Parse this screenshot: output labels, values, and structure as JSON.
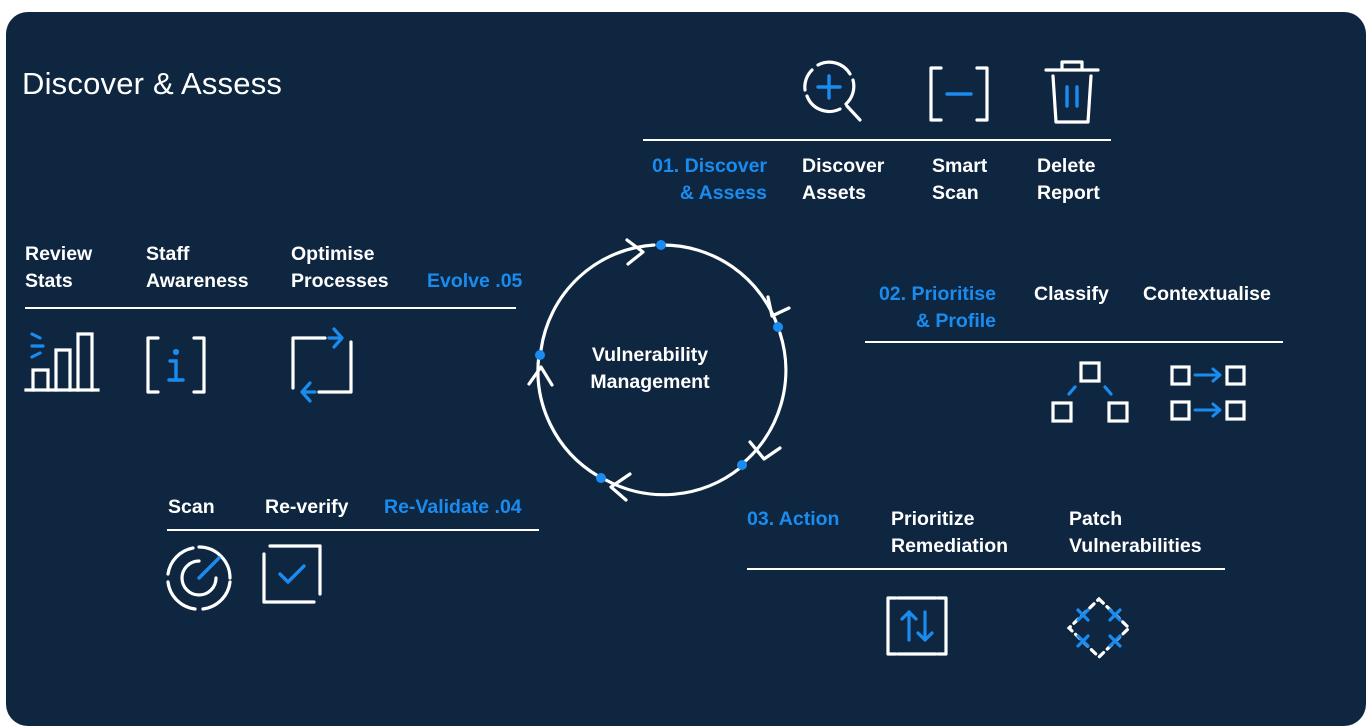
{
  "title": "Discover & Assess",
  "center": {
    "line1": "Vulnerability",
    "line2": "Management"
  },
  "colors": {
    "background": "#0e2640",
    "accent": "#1a8cf0",
    "text": "#ffffff"
  },
  "discover": {
    "step": {
      "line1": "01. Discover",
      "line2": "& Assess"
    },
    "items": [
      {
        "line1": "Discover",
        "line2": "Assets",
        "icon": "search-plus-icon"
      },
      {
        "line1": "Smart",
        "line2": "Scan",
        "icon": "bracket-minus-icon"
      },
      {
        "line1": "Delete",
        "line2": "Report",
        "icon": "trash-icon"
      }
    ]
  },
  "prioritise": {
    "step": {
      "line1": "02.  Prioritise",
      "line2": "& Profile"
    },
    "items": [
      {
        "line1": "Classify",
        "icon": "hierarchy-icon"
      },
      {
        "line1": "Contextualise",
        "icon": "mapping-icon"
      }
    ]
  },
  "action": {
    "step": {
      "line1": "03. Action"
    },
    "items": [
      {
        "line1": "Prioritize",
        "line2": "Remediation",
        "icon": "sort-arrows-icon"
      },
      {
        "line1": "Patch",
        "line2": "Vulnerabilities",
        "icon": "patch-icon"
      }
    ]
  },
  "revalidate": {
    "step": {
      "line1": "Re-Validate .04"
    },
    "items": [
      {
        "line1": "Scan",
        "icon": "radar-icon"
      },
      {
        "line1": "Re-verify",
        "icon": "checkbox-icon"
      }
    ]
  },
  "evolve": {
    "step": {
      "line1": "Evolve .05"
    },
    "items": [
      {
        "line1": "Review",
        "line2": "Stats",
        "icon": "bar-chart-icon"
      },
      {
        "line1": "Staff",
        "line2": "Awareness",
        "icon": "info-icon"
      },
      {
        "line1": "Optimise",
        "line2": "Processes",
        "icon": "cycle-arrows-icon"
      }
    ]
  }
}
